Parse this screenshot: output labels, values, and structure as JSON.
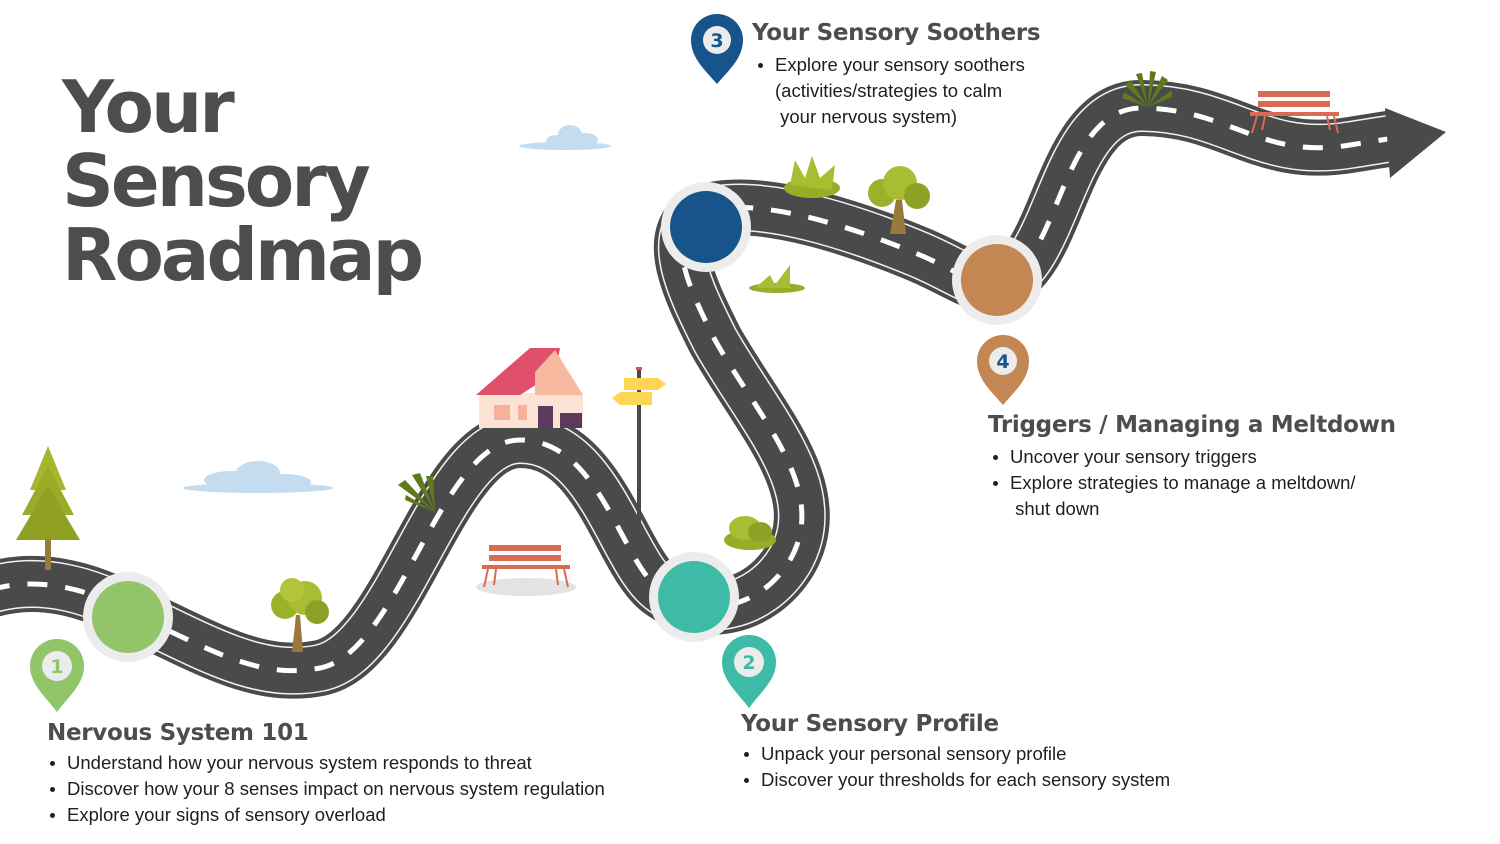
{
  "title": {
    "lines": [
      "Your",
      "Sensory",
      "Roadmap"
    ]
  },
  "colors": {
    "road": "#4a4a4a",
    "road_edge": "#ffffff",
    "node_ring": "#ececec",
    "step1": "#92c46a",
    "step2": "#3dbba6",
    "step3": "#17548b",
    "step4": "#c48652",
    "heading": "#4d4d4d",
    "body_text": "#1e1e1e"
  },
  "steps": [
    {
      "number": "1",
      "heading": "Nervous System 101",
      "bullets": [
        "Understand how your nervous system responds to threat",
        "Discover how your 8 senses impact on nervous system regulation",
        "Explore your signs of sensory overload"
      ]
    },
    {
      "number": "2",
      "heading": "Your  Sensory Profile",
      "bullets": [
        "Unpack your personal sensory profile",
        "Discover your thresholds for each sensory system"
      ]
    },
    {
      "number": "3",
      "heading": "Your Sensory Soothers",
      "bullets": [
        "Explore your sensory soothers",
        "(activities/strategies to calm",
        " your nervous system)"
      ]
    },
    {
      "number": "4",
      "heading": "Triggers / Managing a Meltdown",
      "bullets": [
        "Uncover your sensory triggers",
        "Explore strategies to manage a meltdown/",
        " shut down"
      ]
    }
  ],
  "illustrations": [
    "pine-tree",
    "cloud",
    "cloud",
    "house",
    "signpost",
    "bench",
    "bench",
    "tree",
    "tree",
    "bush",
    "bush",
    "bush",
    "palm-plant",
    "palm-plant",
    "road-arrow"
  ]
}
